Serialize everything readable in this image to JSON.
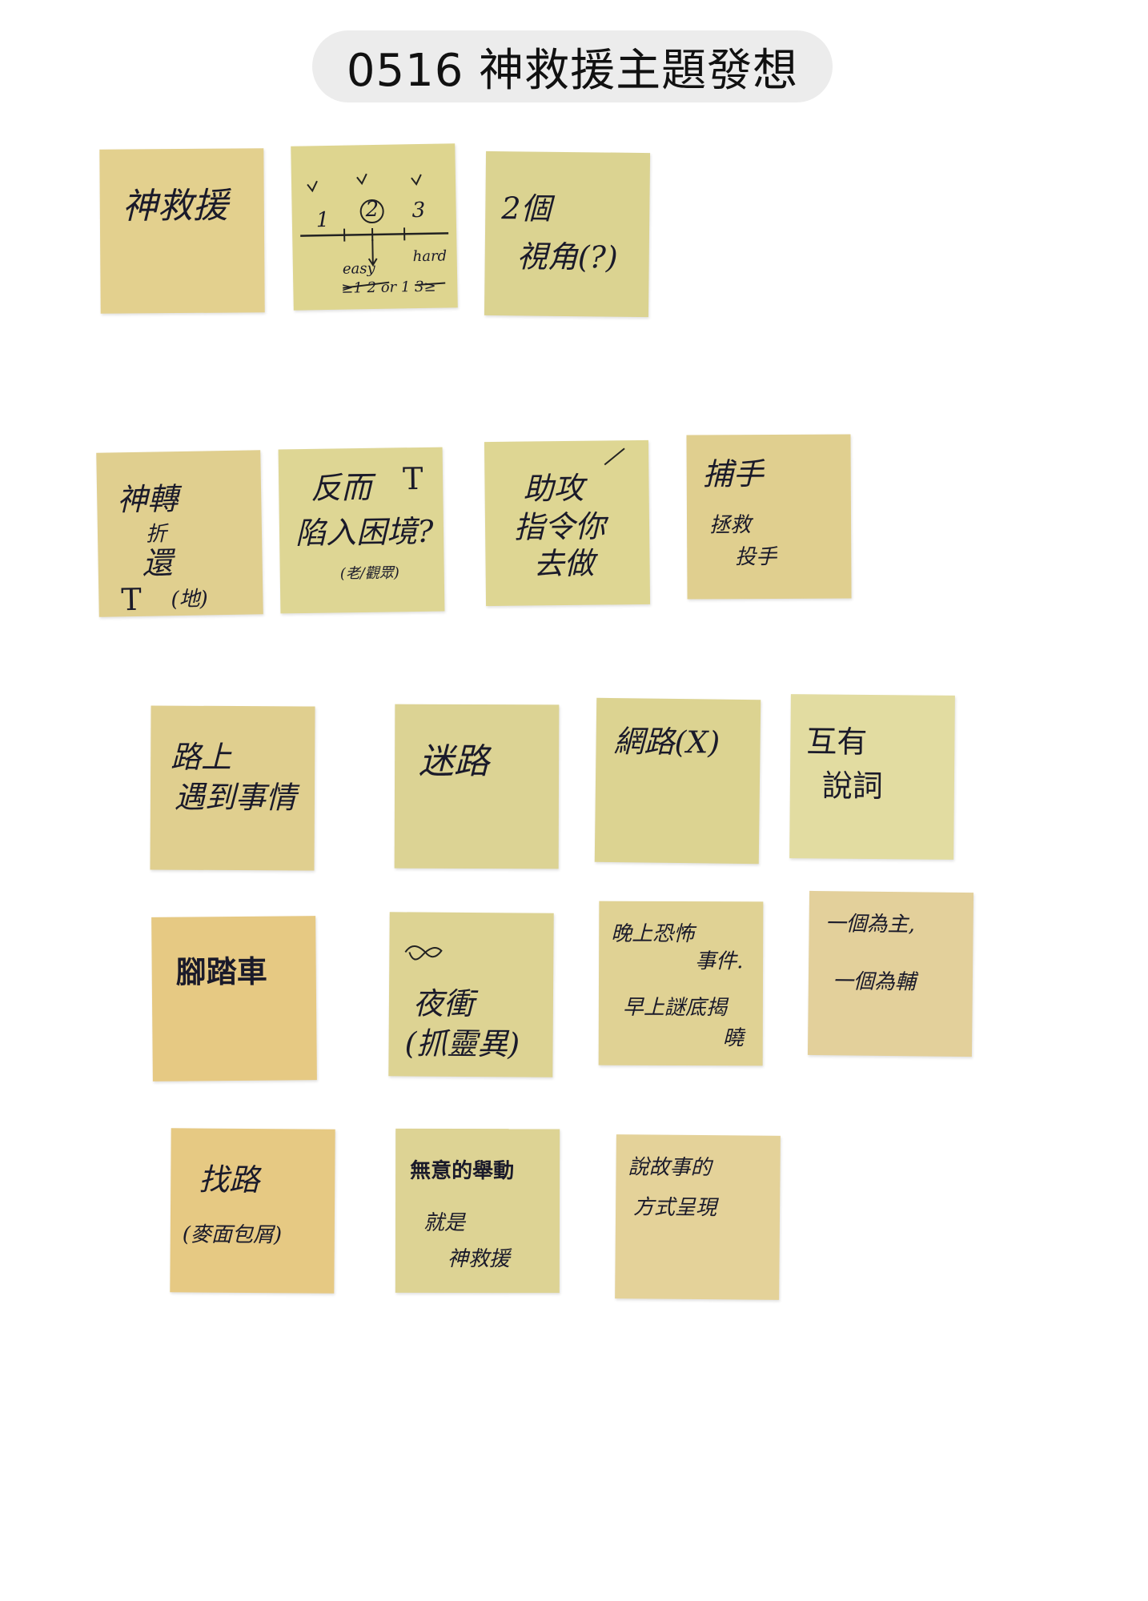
{
  "title": "0516 神救援主題發想",
  "colors": {
    "pill": "#ececec",
    "note_light": "#ddd494",
    "note_mid": "#e1cf8e",
    "note_warm": "#e6c983"
  },
  "notes": [
    {
      "lines": [
        "神救援"
      ]
    },
    {
      "lines": [
        "1",
        "2",
        "3",
        "easy",
        "hard",
        "≥1 2 or 1 3≥"
      ]
    },
    {
      "lines": [
        "2個",
        "視角(?)"
      ]
    },
    {
      "lines": [
        "神轉",
        "折",
        "還",
        "T",
        "(地)"
      ]
    },
    {
      "lines": [
        "反而",
        "T",
        "陷入困境?",
        "(老/觀眾)"
      ]
    },
    {
      "lines": [
        "助攻",
        "指令你",
        "去做"
      ]
    },
    {
      "lines": [
        "捕手",
        "拯救",
        "投手"
      ]
    },
    {
      "lines": [
        "路上",
        "遇到事情"
      ]
    },
    {
      "lines": [
        "迷路"
      ]
    },
    {
      "lines": [
        "網路(X)"
      ]
    },
    {
      "lines": [
        "互有",
        "說詞"
      ]
    },
    {
      "lines": [
        "腳踏車"
      ]
    },
    {
      "lines": [
        "夜衝",
        "(抓靈異)"
      ]
    },
    {
      "lines": [
        "晚上恐怖",
        "事件.",
        "早上謎底揭",
        "曉"
      ]
    },
    {
      "lines": [
        "一個為主,",
        "一個為輔"
      ]
    },
    {
      "lines": [
        "找路",
        "(麥面包屑)"
      ]
    },
    {
      "lines": [
        "無意的舉動",
        "就是",
        "神救援"
      ]
    },
    {
      "lines": [
        "說故事的",
        "方式呈現"
      ]
    }
  ]
}
